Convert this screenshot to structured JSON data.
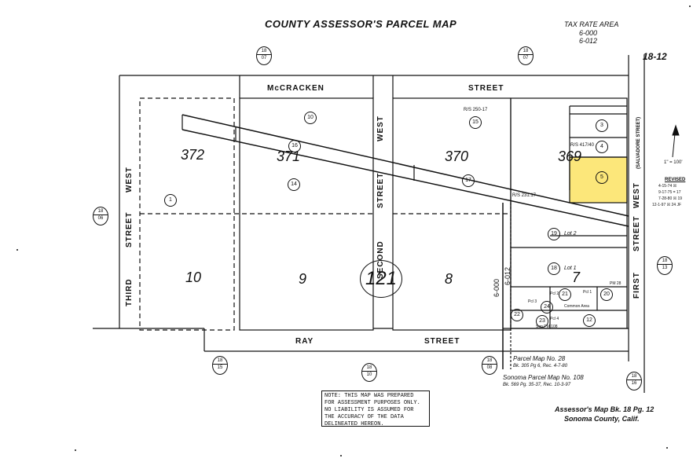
{
  "header": {
    "title": "COUNTY ASSESSOR'S PARCEL MAP",
    "tax_rate_area_label": "TAX RATE AREA",
    "tax_rate_area_1": "6-000",
    "tax_rate_area_2": "6-012",
    "map_id": "18-12"
  },
  "streets": {
    "mccracken": "McCRACKEN",
    "street_top": "STREET",
    "ray": "RAY",
    "street_bottom": "STREET",
    "third": "THIRD",
    "street_third": "STREET",
    "west_third": "WEST",
    "second": "SECOND",
    "street_second": "STREET",
    "west_second": "WEST",
    "first": "FIRST",
    "street_first": "STREET",
    "west_first": "WEST",
    "salvador": "(SALVADORE STREET)"
  },
  "blocks": {
    "b372": "372",
    "b371": "371",
    "b370": "370",
    "b369": "369",
    "b10": "10",
    "b9": "9",
    "b8": "8",
    "b7": "7",
    "b121": "121"
  },
  "parcels": [
    "1",
    "10",
    "14",
    "15",
    "16",
    "17",
    "3",
    "4",
    "5",
    "19",
    "18",
    "21",
    "20",
    "22",
    "23",
    "24",
    "12"
  ],
  "lots": {
    "lot2": "Lot 2",
    "lot1": "Lot 1"
  },
  "map_tags": [
    {
      "top": "18",
      "bot": "07"
    },
    {
      "top": "18",
      "bot": "07"
    },
    {
      "top": "18",
      "bot": "06"
    },
    {
      "top": "18",
      "bot": "13"
    },
    {
      "top": "18",
      "bot": "15"
    },
    {
      "top": "18",
      "bot": "10"
    },
    {
      "top": "18",
      "bot": "08"
    },
    {
      "top": "18",
      "bot": "16"
    }
  ],
  "annotations": {
    "rs_250": "R/S 250-17",
    "rs_417": "R/S 417/40",
    "rs_231": "R/S 231.17",
    "area_6000": "6-000",
    "area_6012": "6-012",
    "pm28": "PM 28",
    "pcl1": "Pcl 1",
    "pcl2": "Pcl 2",
    "pcl3": "Pcl 3",
    "pcl4": "Pcl 4",
    "common_area": "Common Area",
    "son_pm": "Son PM 108",
    "scale": "1\" = 100'"
  },
  "revised": {
    "label": "REVISED",
    "entries": [
      "4-15-74 ☒",
      "9-17-75 = 17",
      "7-28-80 ☒ 19",
      "12-1-97 ☒ 24 JF"
    ]
  },
  "parcel_maps": {
    "pm28_title": "Parcel Map No. 28",
    "pm28_ref": "Bk. 305 Pg 6, Rec. 4-7-80",
    "pm108_title": "Sonoma Parcel Map No. 108",
    "pm108_ref": "Bk. 569 Pg. 35-37, Rec. 10-3-97"
  },
  "note": "NOTE: THIS MAP WAS PREPARED FOR ASSESSMENT PURPOSES ONLY. NO LIABILITY IS ASSUMED FOR THE ACCURACY OF THE DATA DELINEATED HEREON.",
  "footer": {
    "line1": "Assessor's Map Bk. 18 Pg. 12",
    "line2": "Sonoma County, Calif."
  },
  "colors": {
    "highlight": "#fce77a",
    "ink": "#111111"
  }
}
